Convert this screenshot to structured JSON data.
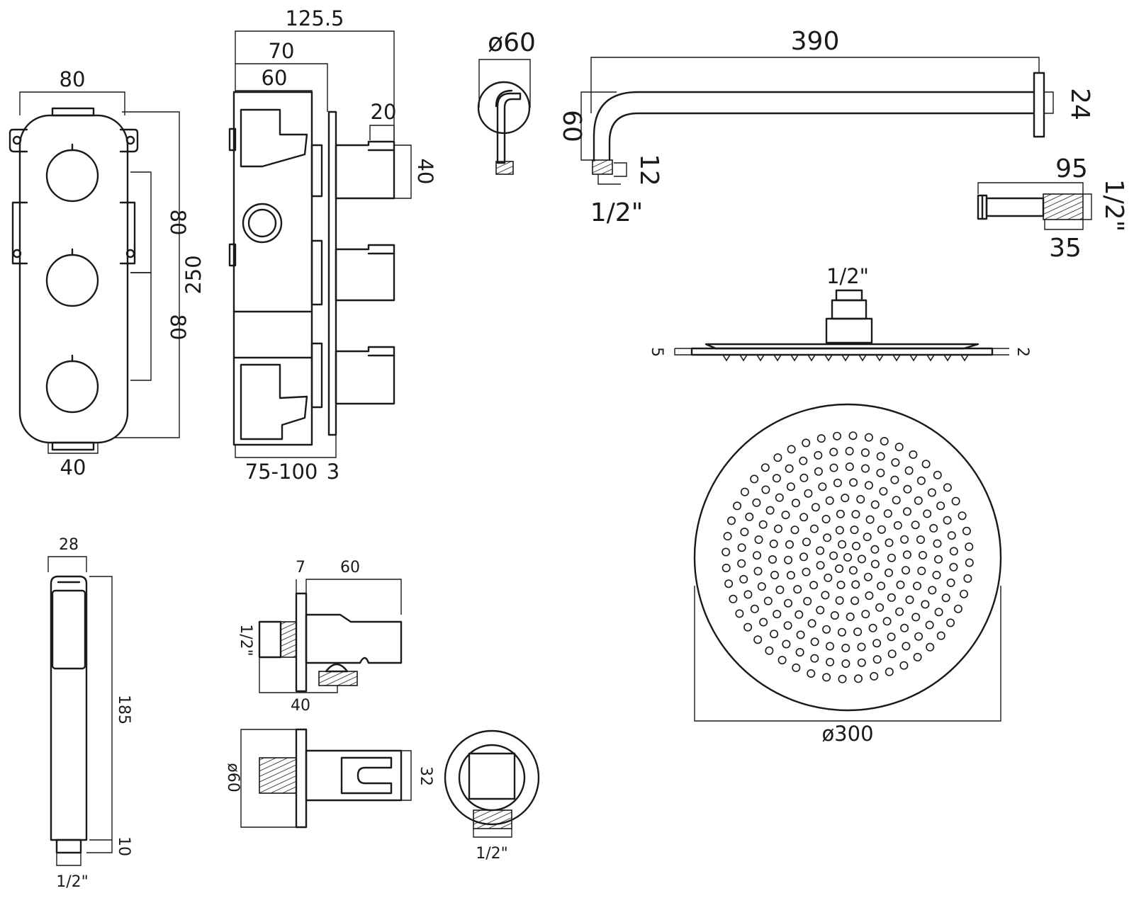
{
  "valve": {
    "front": {
      "width": "80",
      "bottom_width": "40",
      "spacing_top": "80",
      "spacing_bottom": "80",
      "height": "250"
    },
    "side": {
      "depth_overall": "125.5",
      "depth_70": "70",
      "depth_60": "60",
      "outlet_20": "20",
      "outlet_40": "40",
      "wall_range": "75-100",
      "plate": "3"
    }
  },
  "arm": {
    "flange_dia": "ø60",
    "length": "390",
    "drop": "60",
    "end_24": "24",
    "thread_len": "12",
    "thread": "1/2\""
  },
  "nipple": {
    "length": "95",
    "thread": "1/2\"",
    "thread_len": "35"
  },
  "head_side": {
    "thread": "1/2\"",
    "thick_left": "5",
    "thick_right": "2"
  },
  "head_top": {
    "dia": "ø300"
  },
  "handset": {
    "width": "28",
    "length": "185",
    "end": "10",
    "thread": "1/2\""
  },
  "outlet": {
    "plate": "7",
    "depth": "60",
    "thread_side": "1/2\"",
    "base": "40",
    "flange": "ø60",
    "holder": "32",
    "thread_front": "1/2\""
  }
}
